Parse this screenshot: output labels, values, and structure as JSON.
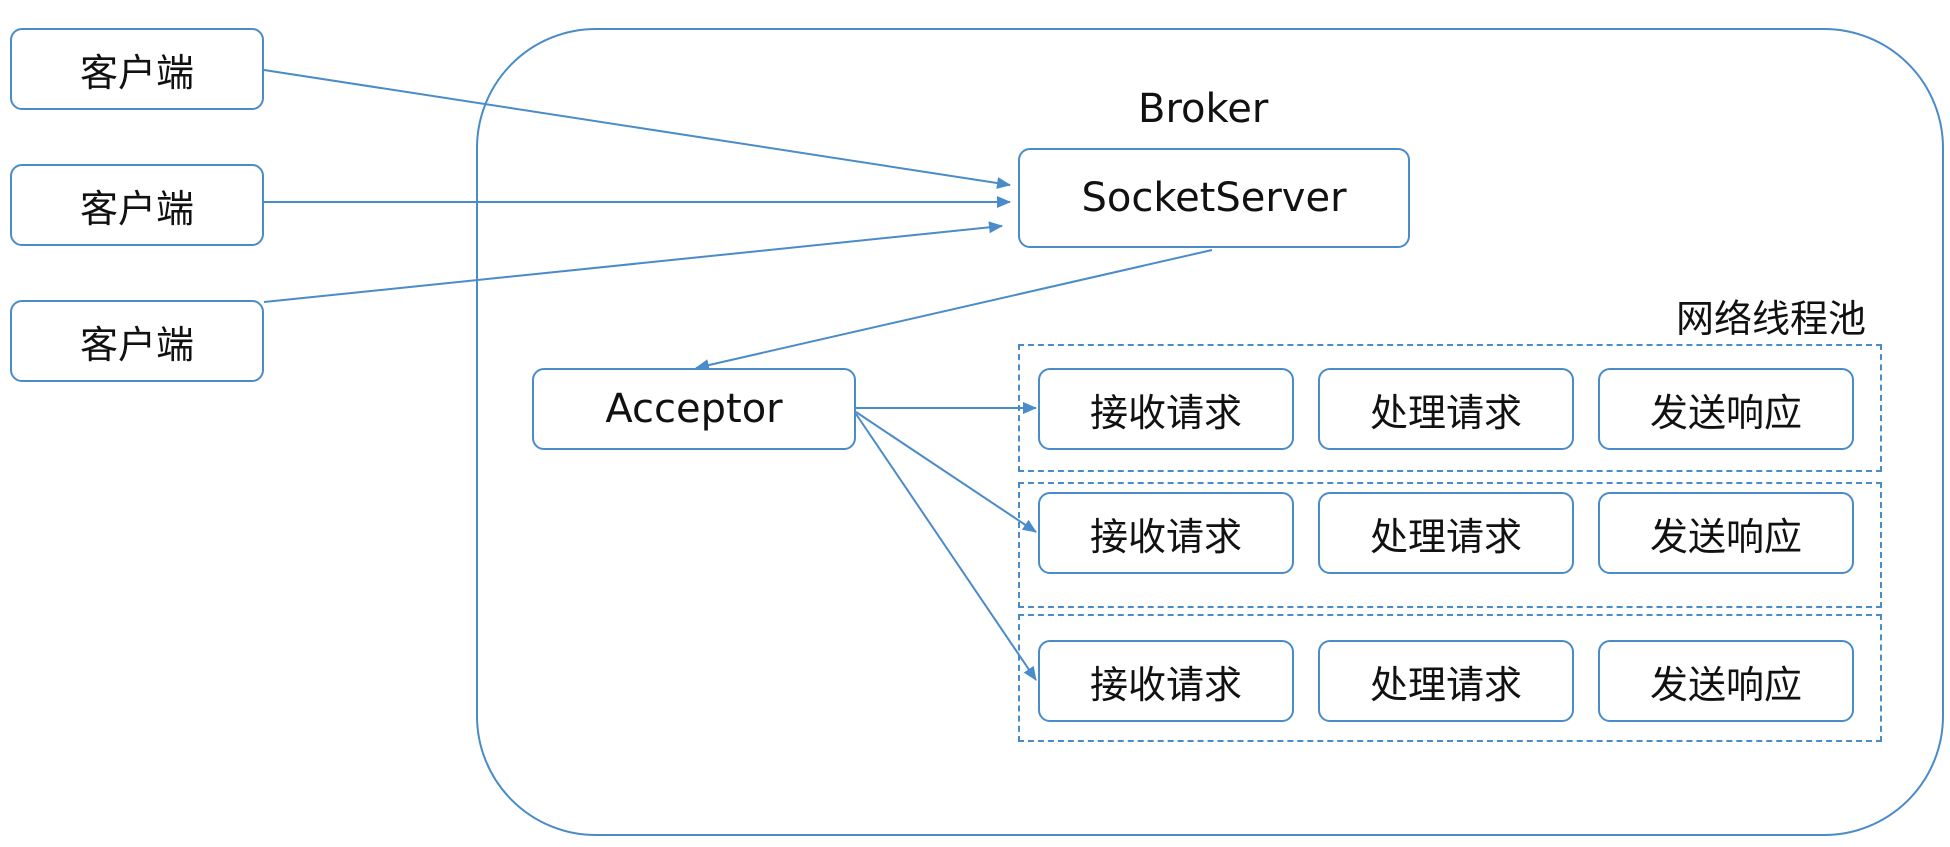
{
  "broker": {
    "title": "Broker"
  },
  "socket_server": {
    "label": "SocketServer"
  },
  "acceptor": {
    "label": "Acceptor"
  },
  "pool": {
    "title": "网络线程池"
  },
  "clients": [
    "客户端",
    "客户端",
    "客户端"
  ],
  "threads": [
    [
      "接收请求",
      "处理请求",
      "发送响应"
    ],
    [
      "接收请求",
      "处理请求",
      "发送响应"
    ],
    [
      "接收请求",
      "处理请求",
      "发送响应"
    ]
  ],
  "colors": {
    "stroke": "#4a8bc9",
    "text": "#111111",
    "background": "#ffffff"
  }
}
